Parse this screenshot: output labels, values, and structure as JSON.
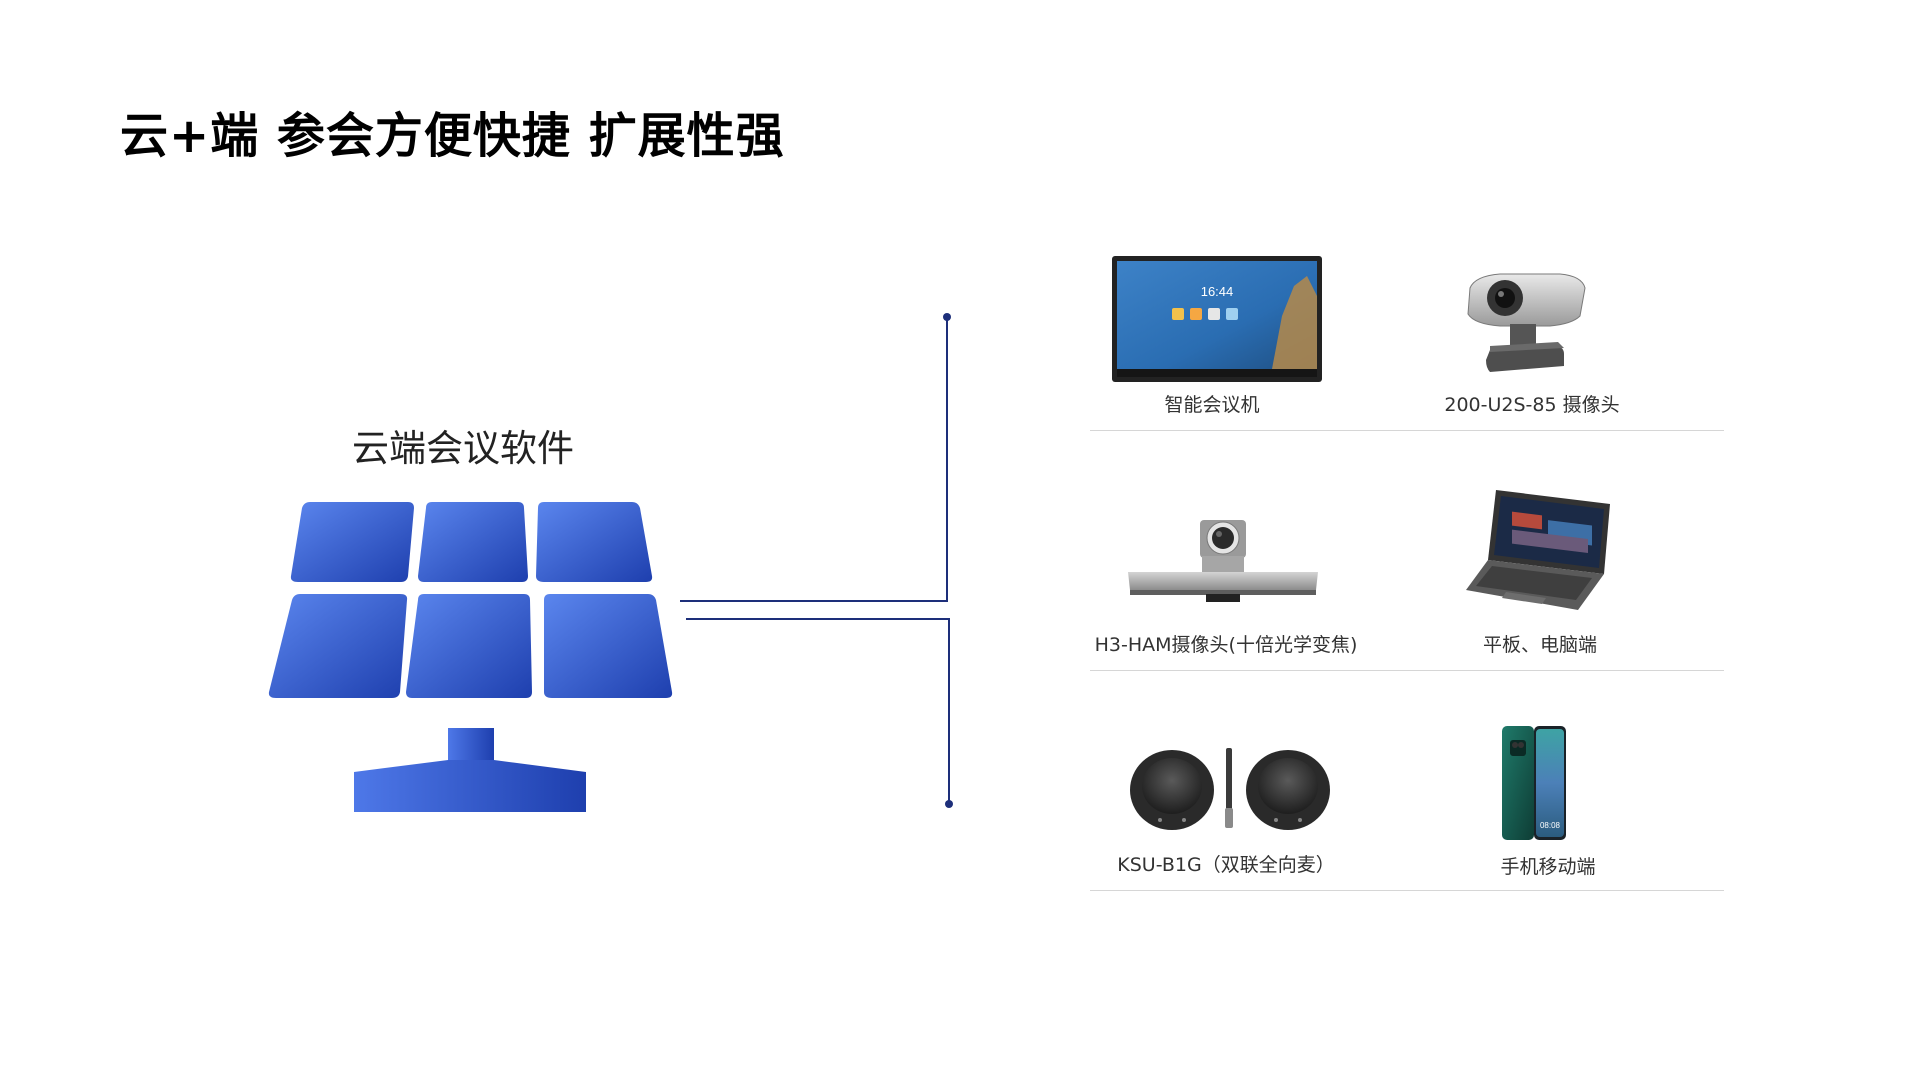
{
  "title": "云+端 参会方便快捷 扩展性强",
  "software": {
    "label": "云端会议软件"
  },
  "devices": [
    {
      "label": "智能会议机",
      "icon": "smart-meeting-screen-icon",
      "screen_time": "16:44"
    },
    {
      "label": "200-U2S-85 摄像头",
      "icon": "webcam-icon"
    },
    {
      "label": "H3-HAM摄像头(十倍光学变焦)",
      "icon": "ptz-camera-bar-icon"
    },
    {
      "label": "平板、电脑端",
      "icon": "laptop-icon"
    },
    {
      "label": "KSU-B1G（双联全向麦）",
      "icon": "dual-speakerphone-icon"
    },
    {
      "label": "手机移动端",
      "icon": "smartphone-icon",
      "screen_time": "08:08"
    }
  ],
  "colors": {
    "panel_light": "#5b86ee",
    "panel_dark": "#1e3fae",
    "connector": "#1d2f7a",
    "divider": "#d6d6d6"
  }
}
